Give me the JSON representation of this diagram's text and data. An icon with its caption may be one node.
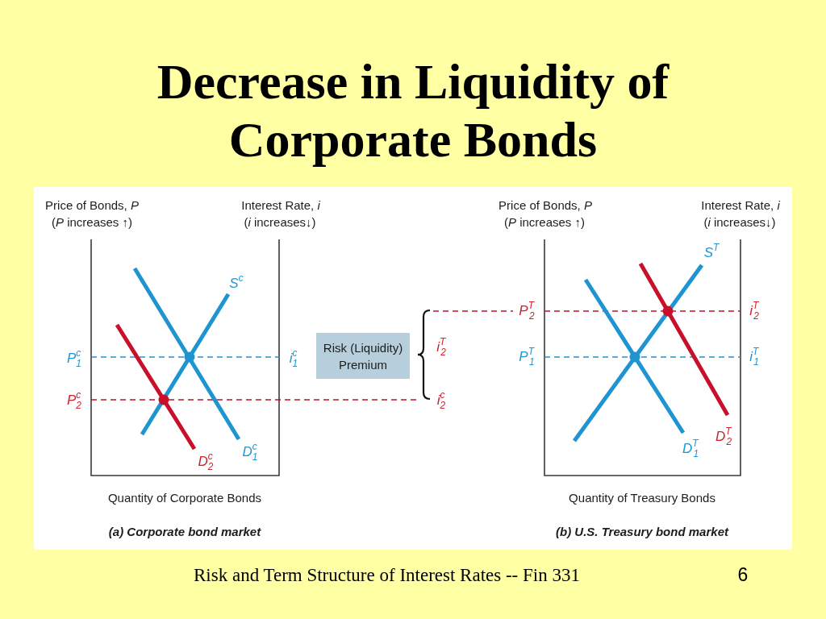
{
  "diagram": {
    "title": "Decrease in Liquidity of Corporate Bonds",
    "nodes": [
      {
        "text": [
          "Risk (Liquidity) Premium"
        ]
      }
    ],
    "labels": [
      "Price of Bonds, *P*",
      "(*P* increases ↑)",
      "Interest Rate, *i*",
      "(*i* increases↓)",
      "S$^{c}$",
      "P$^{c}$$_{1}$",
      "i$^{c}$$_{1}$",
      "P$^{c}$$_{2}$",
      "D$^{c}$$_{1}$",
      "D$^{c}$$_{2}$",
      "Quantity of Corporate Bonds",
      "(a) Corporate bond market",
      "i$^{T}$$_{2}$",
      "i$^{c}$$_{2}$",
      "Price of Bonds, *P*",
      "(*P* increases ↑)",
      "Interest Rate, *i*",
      "(*i* increases↓)",
      "S$^{T}$",
      "P$^{T}$$_{2}$",
      "i$^{T}$$_{2}$",
      "P$^{T}$$_{1}$",
      "i$^{T}$$_{1}$",
      "D$^{T}$$_{2}$",
      "D$^{T}$$_{1}$",
      "Quantity of Treasury Bonds",
      "(b) U.S. Treasury bond market",
      "Risk and Term Structure of Interest Rates -- Fin 331",
      "6"
    ]
  }
}
